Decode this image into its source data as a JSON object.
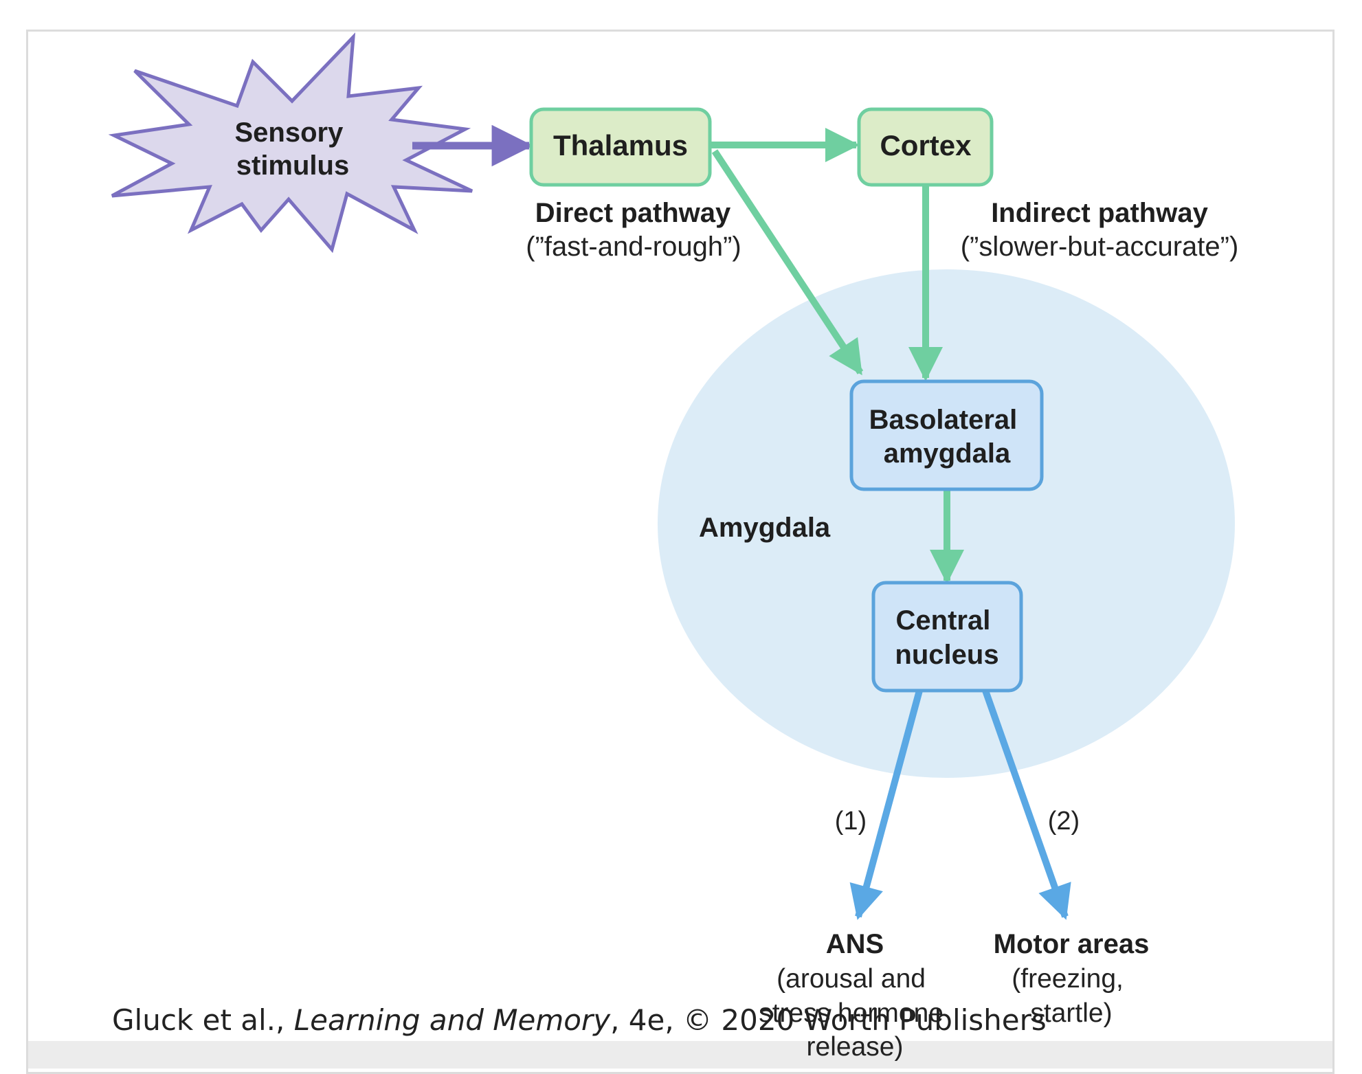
{
  "diagram": {
    "nodes": {
      "stimulus": {
        "lines": [
          "Sensory",
          "stimulus"
        ]
      },
      "thalamus": {
        "label": "Thalamus"
      },
      "cortex": {
        "label": "Cortex"
      },
      "basolateral": {
        "lines": [
          "Basolateral",
          "amygdala"
        ]
      },
      "central": {
        "lines": [
          "Central",
          "nucleus"
        ]
      },
      "amygdala_region": {
        "label": "Amygdala"
      }
    },
    "pathways": {
      "direct": {
        "title": "Direct pathway",
        "subtitle": "(”fast-and-rough”)"
      },
      "indirect": {
        "title": "Indirect pathway",
        "subtitle": "(”slower-but-accurate”)"
      }
    },
    "outputs": {
      "ans": {
        "number": "(1)",
        "title": "ANS",
        "lines": [
          "(arousal and",
          "stress hormone",
          "release)"
        ]
      },
      "motor": {
        "number": "(2)",
        "title": "Motor areas",
        "lines": [
          "(freezing,",
          "startle)"
        ]
      }
    },
    "edges": [
      {
        "from": "Sensory stimulus",
        "to": "Thalamus"
      },
      {
        "from": "Thalamus",
        "to": "Cortex"
      },
      {
        "from": "Thalamus",
        "to": "Basolateral amygdala"
      },
      {
        "from": "Cortex",
        "to": "Basolateral amygdala"
      },
      {
        "from": "Basolateral amygdala",
        "to": "Central nucleus"
      },
      {
        "from": "Central nucleus",
        "to": "ANS"
      },
      {
        "from": "Central nucleus",
        "to": "Motor areas"
      }
    ],
    "colors": {
      "stimulus_fill": "#dcd8ec",
      "stimulus_stroke": "#7b70c0",
      "green_fill": "#dcecc8",
      "green_stroke": "#6fcfa0",
      "blue_fill": "#cfe4f8",
      "blue_stroke": "#5ba3dc",
      "amygdala_fill": "#dcecf7"
    }
  },
  "caption": {
    "authors": "Gluck et al., ",
    "title": "Learning and Memory",
    "rest": ", 4e, © 2020 Worth Publishers"
  }
}
